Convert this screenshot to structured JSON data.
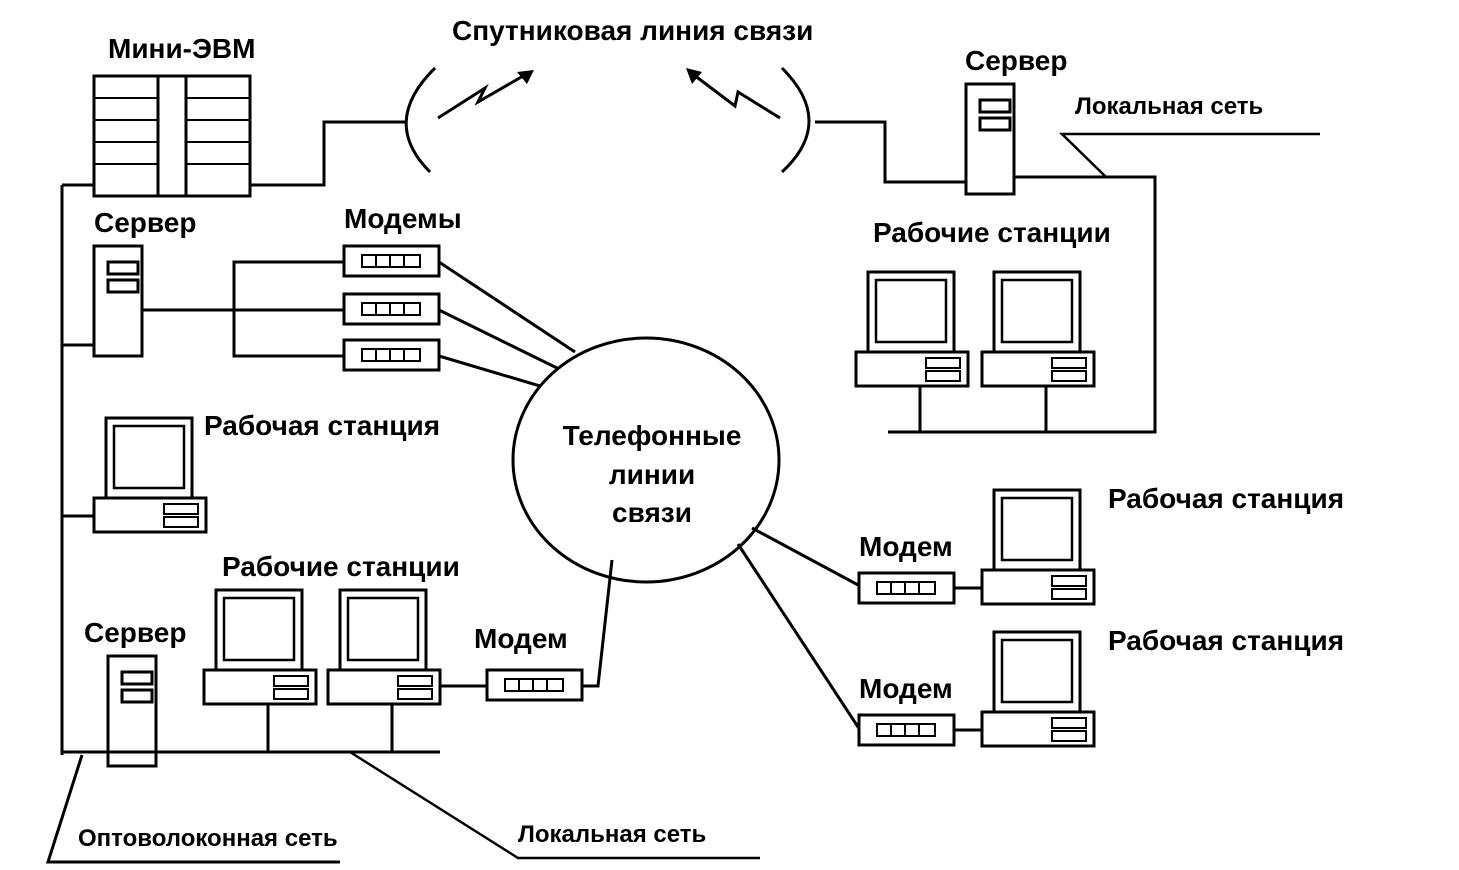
{
  "labels": {
    "satellite": "Спутниковая линия связи",
    "mini_computer": "Мини-ЭВМ",
    "server_top_right": "Сервер",
    "lan_top_right": "Локальная сеть",
    "workstations_top_right": "Рабочие станции",
    "server_left_top": "Сервер",
    "modems_left": "Модемы",
    "workstation_left": "Рабочая станция",
    "phone_lines": [
      "Телефонные",
      "линии",
      "связи"
    ],
    "workstations_bottom": "Рабочие станции",
    "server_bottom_left": "Сервер",
    "modem_bottom": "Модем",
    "workstation_right_1": "Рабочая станция",
    "modem_right_1": "Модем",
    "workstation_right_2": "Рабочая станция",
    "modem_right_2": "Модем",
    "fiber_network": "Оптоволоконная сеть",
    "lan_bottom": "Локальная сеть"
  }
}
